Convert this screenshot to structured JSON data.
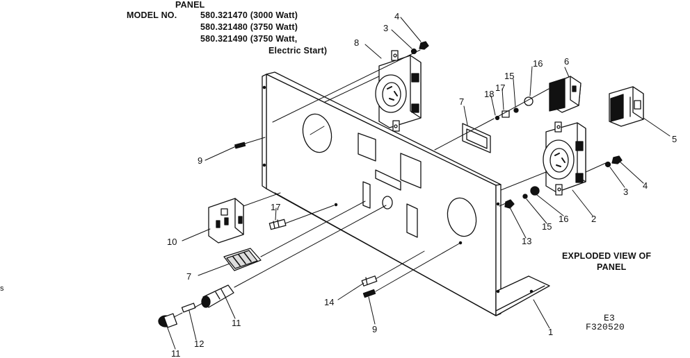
{
  "header": {
    "title": "PANEL",
    "model_label": "MODEL NO.",
    "models": [
      "580.321470 (3000 Watt)",
      "580.321480 (3750 Watt)",
      "580.321490 (3750 Watt,",
      "Electric Start)"
    ]
  },
  "caption": {
    "line1": "EXPLODED VIEW OF",
    "line2": "PANEL"
  },
  "figure_code": {
    "line1": "E3",
    "line2": "F320520"
  },
  "edge_mark": "s",
  "callouts": {
    "c1": "1",
    "c2": "2",
    "c3a": "3",
    "c3b": "3",
    "c4a": "4",
    "c4b": "4",
    "c5": "5",
    "c6": "6",
    "c7a": "7",
    "c7b": "7",
    "c8": "8",
    "c9a": "9",
    "c9b": "9",
    "c10": "10",
    "c11a": "11",
    "c11b": "11",
    "c12": "12",
    "c13": "13",
    "c14": "14",
    "c15a": "15",
    "c15b": "15",
    "c16a": "16",
    "c16b": "16",
    "c17a": "17",
    "c17b": "17",
    "c18": "18"
  }
}
